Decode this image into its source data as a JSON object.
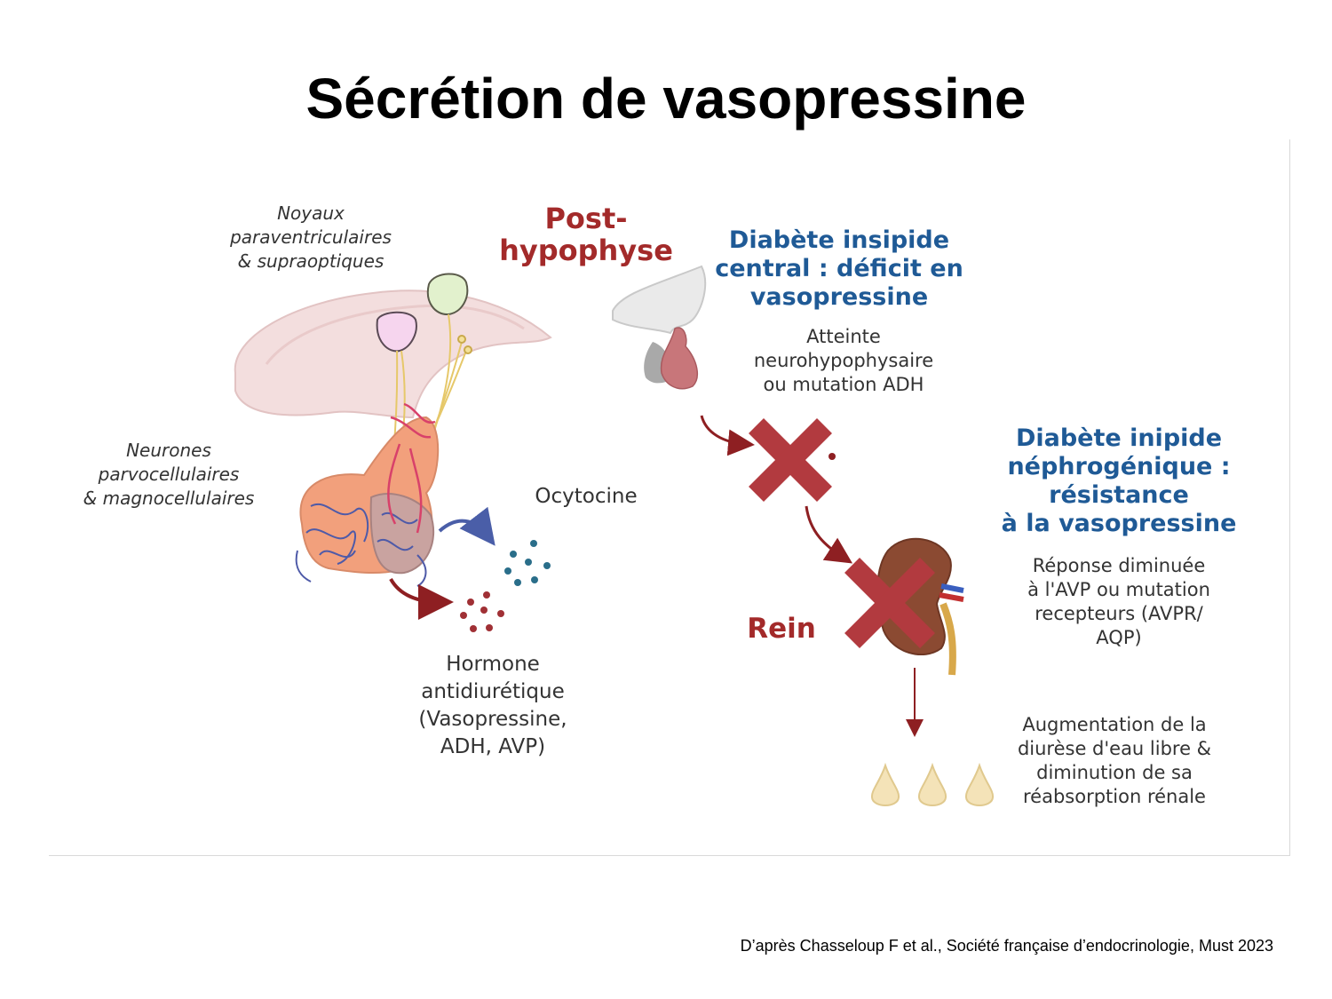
{
  "title": "Sécrétion de vasopressine",
  "labels": {
    "noyaux": [
      "Noyaux",
      "paraventriculaires",
      "& supraoptiques"
    ],
    "neurones": [
      "Neurones",
      "parvocellulaires",
      "& magnocellulaires"
    ],
    "post_hypophyse": [
      "Post-",
      "hypophyse"
    ],
    "ocytocine": "Ocytocine",
    "hormone": [
      "Hormone",
      "antidiurétique",
      "(Vasopressine,",
      "ADH, AVP)"
    ],
    "di_central_title": [
      "Diabète insipide",
      "central : déficit en",
      "vasopressine"
    ],
    "di_central_desc": [
      "Atteinte",
      "neurohypophysaire",
      "ou mutation ADH"
    ],
    "di_nephro_title": [
      "Diabète inipide",
      "néphrogénique :",
      "résistance",
      "à la vasopressine"
    ],
    "di_nephro_desc": [
      "Réponse diminuée",
      "à l'AVP ou mutation",
      "recepteurs (AVPR/",
      "AQP)"
    ],
    "rein": "Rein",
    "diurese": [
      "Augmentation de la",
      "diurèse d'eau libre &",
      "diminution de sa",
      "réabsorption rénale"
    ]
  },
  "colors": {
    "red_label": "#a32a2a",
    "blue_title": "#1f5a96",
    "cross": "#b23a3f",
    "arrow_red": "#8e1f22",
    "arrow_blue": "#4a5ea8"
  },
  "source": "D’après Chasseloup F et al., Société française d’endocrinologie, Must 2023"
}
